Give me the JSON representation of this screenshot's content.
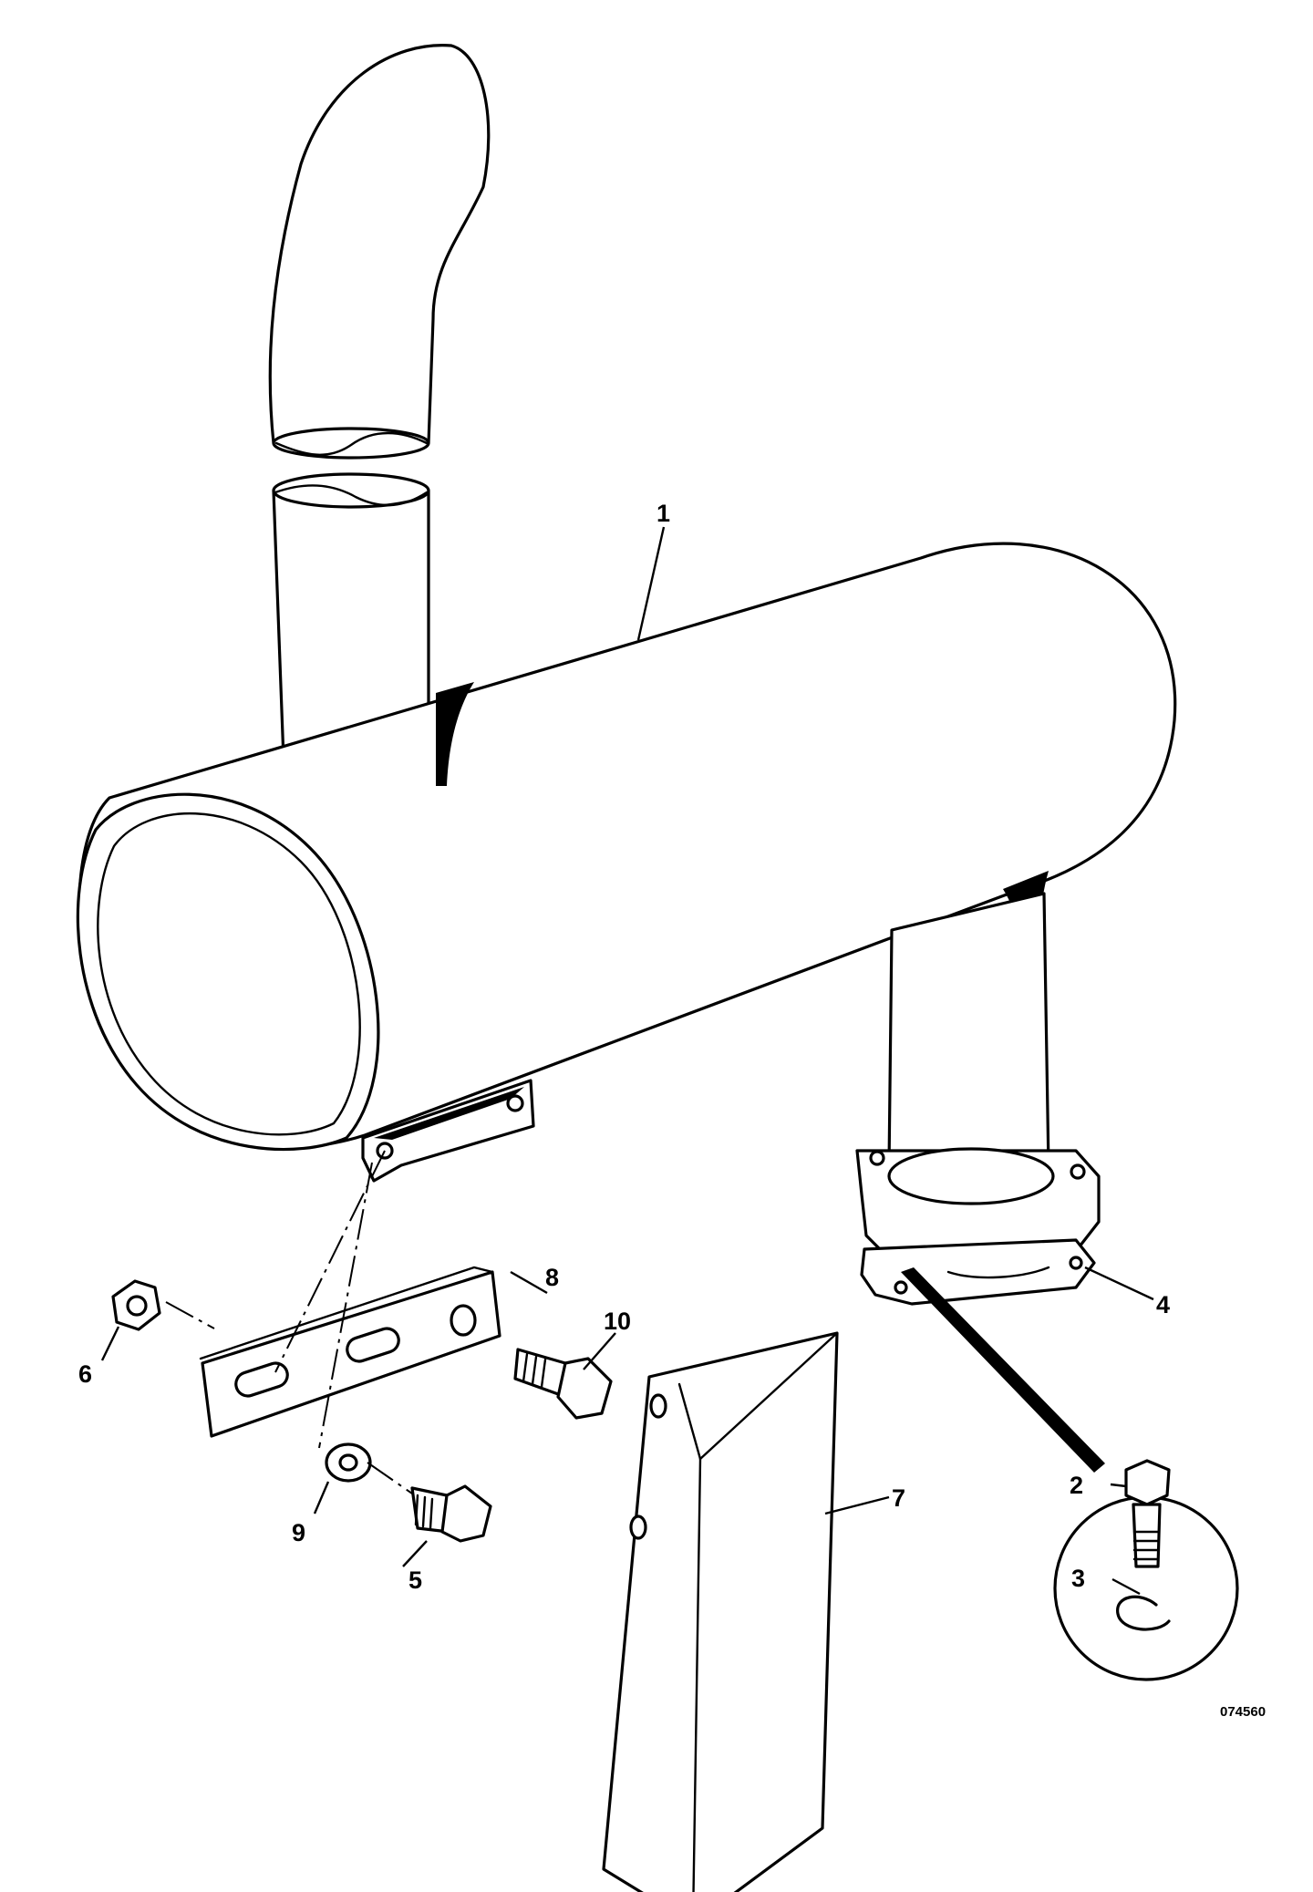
{
  "callouts": {
    "c1": "1",
    "c2": "2",
    "c3": "3",
    "c4": "4",
    "c5": "5",
    "c6": "6",
    "c7": "7",
    "c8": "8",
    "c9": "9",
    "c10": "10"
  },
  "drawing_number": "074560",
  "colors": {
    "line": "#000000",
    "background": "#ffffff"
  }
}
